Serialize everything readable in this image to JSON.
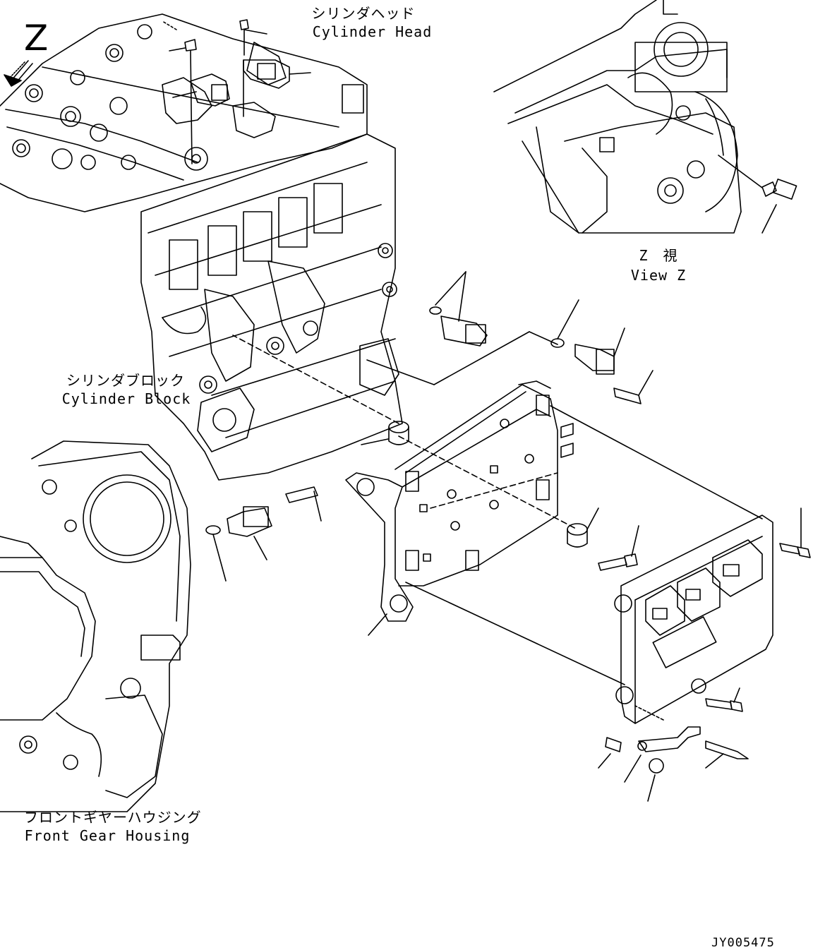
{
  "diagram": {
    "view_letter": "Z",
    "drawing_number": "JY005475",
    "labels": {
      "cylinder_head_jp": "シリンダヘッド",
      "cylinder_head_en": "Cylinder Head",
      "view_z_jp": "Z　視",
      "view_z_en": "View Z",
      "cylinder_block_jp": "シリンダブロック",
      "cylinder_block_en": "Cylinder Block",
      "front_gear_housing_jp": "フロントギヤーハウジング",
      "front_gear_housing_en": "Front Gear Housing"
    }
  }
}
